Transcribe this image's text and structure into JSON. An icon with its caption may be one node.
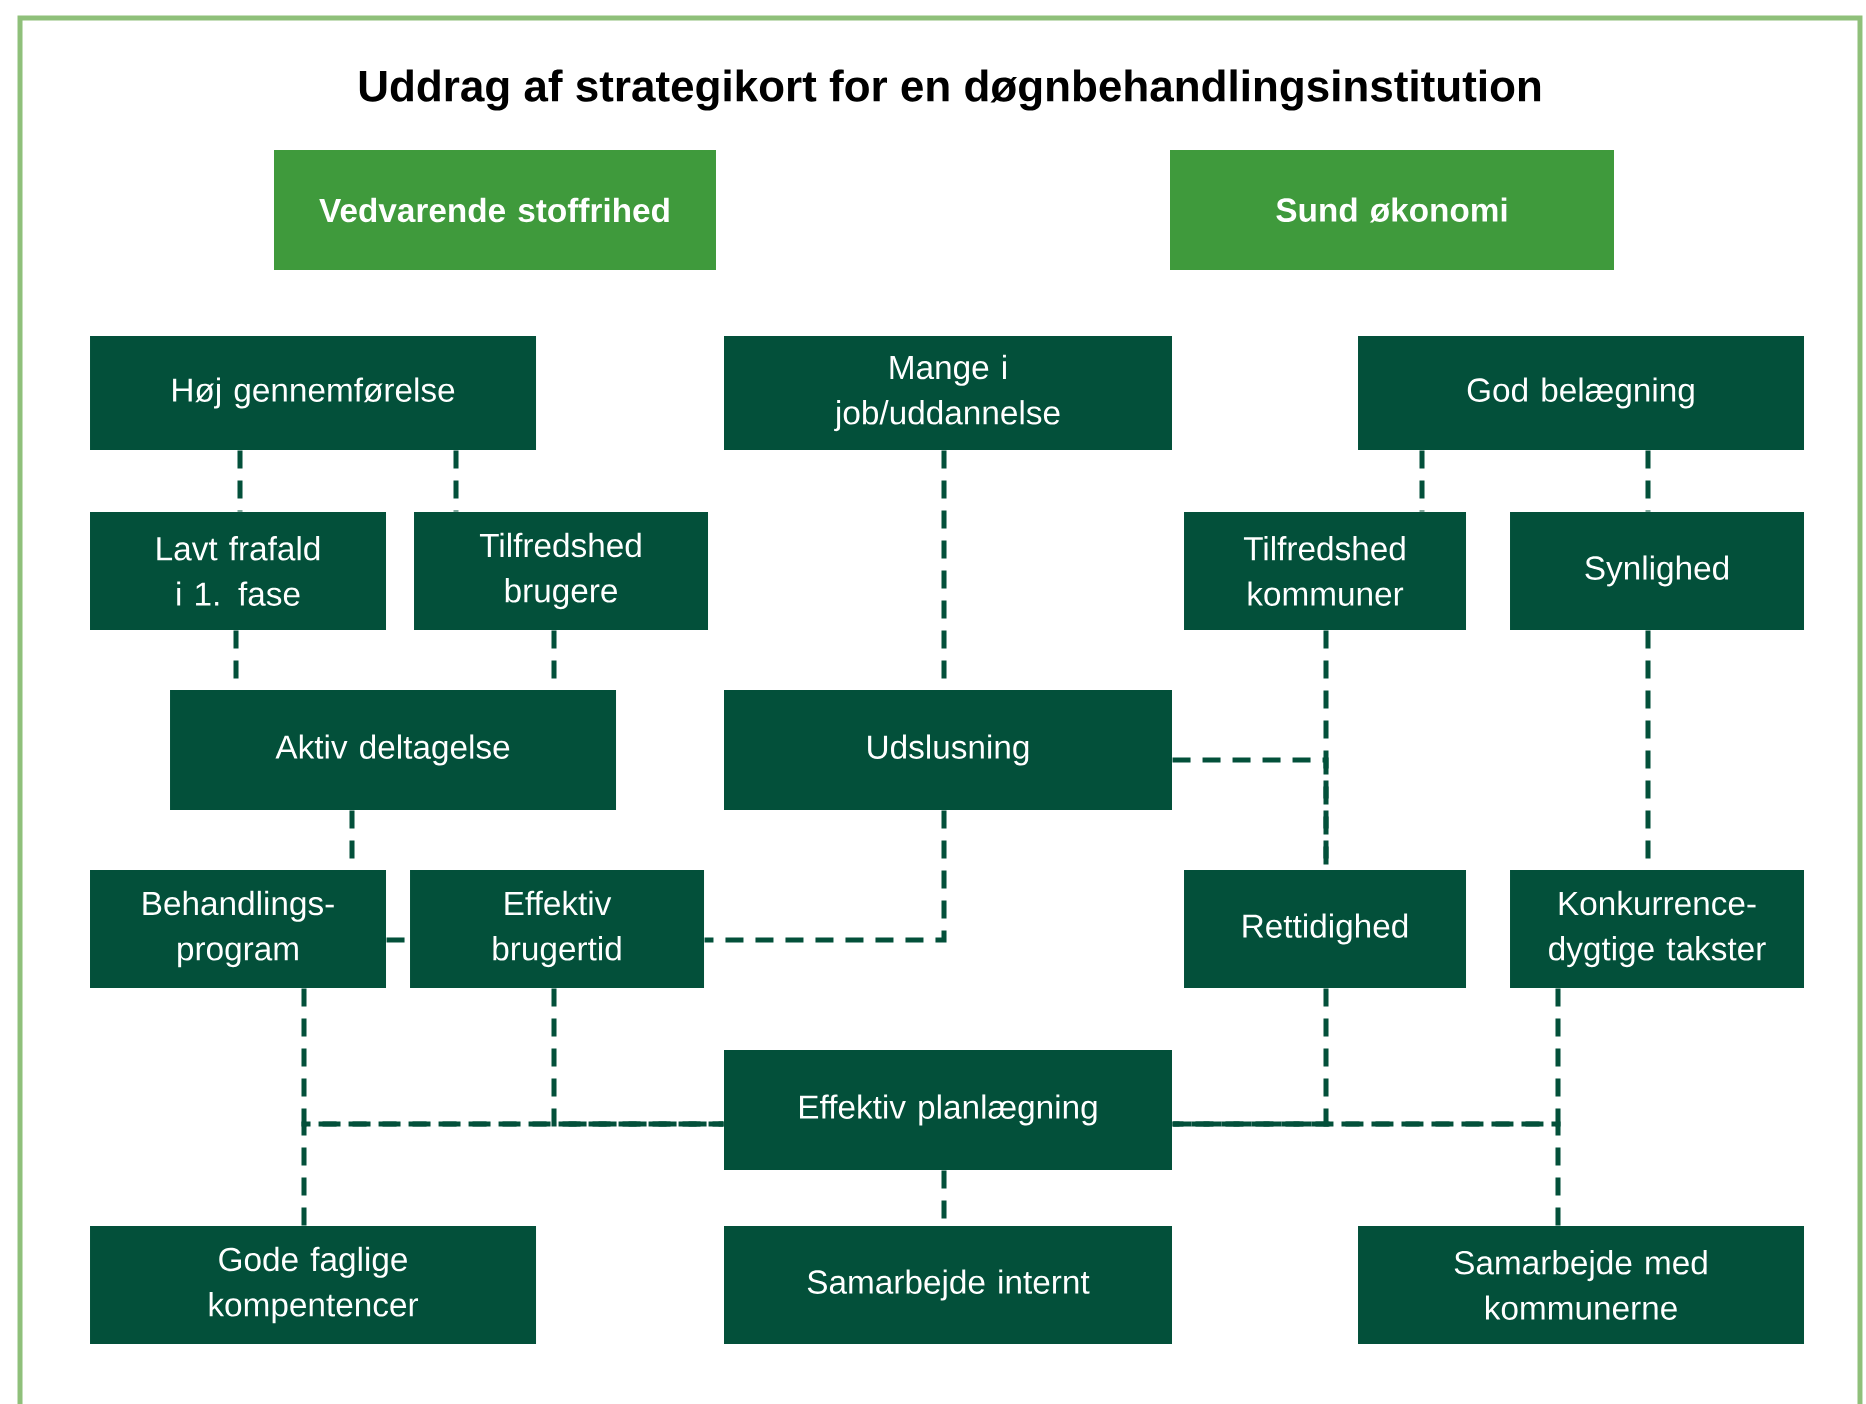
{
  "diagram": {
    "title": "Uddrag af strategikort for en døgnbehandlingsinstitution",
    "nodes": [
      {
        "text": [
          "Vedvarende stoffrihed"
        ]
      },
      {
        "text": [
          "Sund økonomi"
        ]
      },
      {
        "text": [
          "Høj gennemførelse"
        ]
      },
      {
        "text": [
          "Mange i job/uddannelse"
        ]
      },
      {
        "text": [
          "God belægning"
        ]
      },
      {
        "text": [
          "Lavt frafald i 1. fase"
        ]
      },
      {
        "text": [
          "Tilfredshed brugere"
        ]
      },
      {
        "text": [
          "Tilfredshed kommuner"
        ]
      },
      {
        "text": [
          "Synlighed"
        ]
      },
      {
        "text": [
          "Aktiv deltagelse"
        ]
      },
      {
        "text": [
          "Udslusning"
        ]
      },
      {
        "text": [
          "Behandlings-program"
        ]
      },
      {
        "text": [
          "Effektiv brugertid"
        ]
      },
      {
        "text": [
          "Rettidighed"
        ]
      },
      {
        "text": [
          "Konkurrence-dygtige takster"
        ]
      },
      {
        "text": [
          "Effektiv planlægning"
        ]
      },
      {
        "text": [
          "Gode faglige kompentencer"
        ]
      },
      {
        "text": [
          "Samarbejde internt"
        ]
      },
      {
        "text": [
          "Samarbejde med kommunerne"
        ]
      }
    ],
    "edges": [
      {
        "from": 2,
        "to": 5,
        "arrow": "none",
        "style": "dashed"
      },
      {
        "from": 2,
        "to": 6,
        "arrow": "none",
        "style": "dashed"
      },
      {
        "from": 5,
        "to": 9,
        "arrow": "none",
        "style": "dashed"
      },
      {
        "from": 6,
        "to": 9,
        "arrow": "none",
        "style": "dashed"
      },
      {
        "from": 9,
        "to": 11,
        "arrow": "none",
        "style": "dashed"
      },
      {
        "from": 11,
        "to": 12,
        "arrow": "none",
        "style": "dashed"
      },
      {
        "from": 3,
        "to": 10,
        "arrow": "none",
        "style": "dashed"
      },
      {
        "from": 10,
        "to": 12,
        "arrow": "none",
        "style": "dashed"
      },
      {
        "from": 4,
        "to": 7,
        "arrow": "none",
        "style": "dashed"
      },
      {
        "from": 4,
        "to": 8,
        "arrow": "none",
        "style": "dashed"
      },
      {
        "from": 7,
        "to": 13,
        "arrow": "none",
        "style": "dashed"
      },
      {
        "from": 10,
        "to": 13,
        "arrow": "none",
        "style": "dashed"
      },
      {
        "from": 8,
        "to": 14,
        "arrow": "none",
        "style": "dashed"
      },
      {
        "from": 11,
        "to": 15,
        "arrow": "none",
        "style": "dashed"
      },
      {
        "from": 12,
        "to": 15,
        "arrow": "none",
        "style": "dashed"
      },
      {
        "from": 16,
        "to": 15,
        "arrow": "none",
        "style": "dashed"
      },
      {
        "from": 15,
        "to": 17,
        "arrow": "none",
        "style": "dashed"
      },
      {
        "from": 13,
        "to": 15,
        "arrow": "none",
        "style": "dashed"
      },
      {
        "from": 14,
        "to": 15,
        "arrow": "none",
        "style": "dashed"
      },
      {
        "from": 18,
        "to": 15,
        "arrow": "none",
        "style": "dashed"
      }
    ]
  }
}
